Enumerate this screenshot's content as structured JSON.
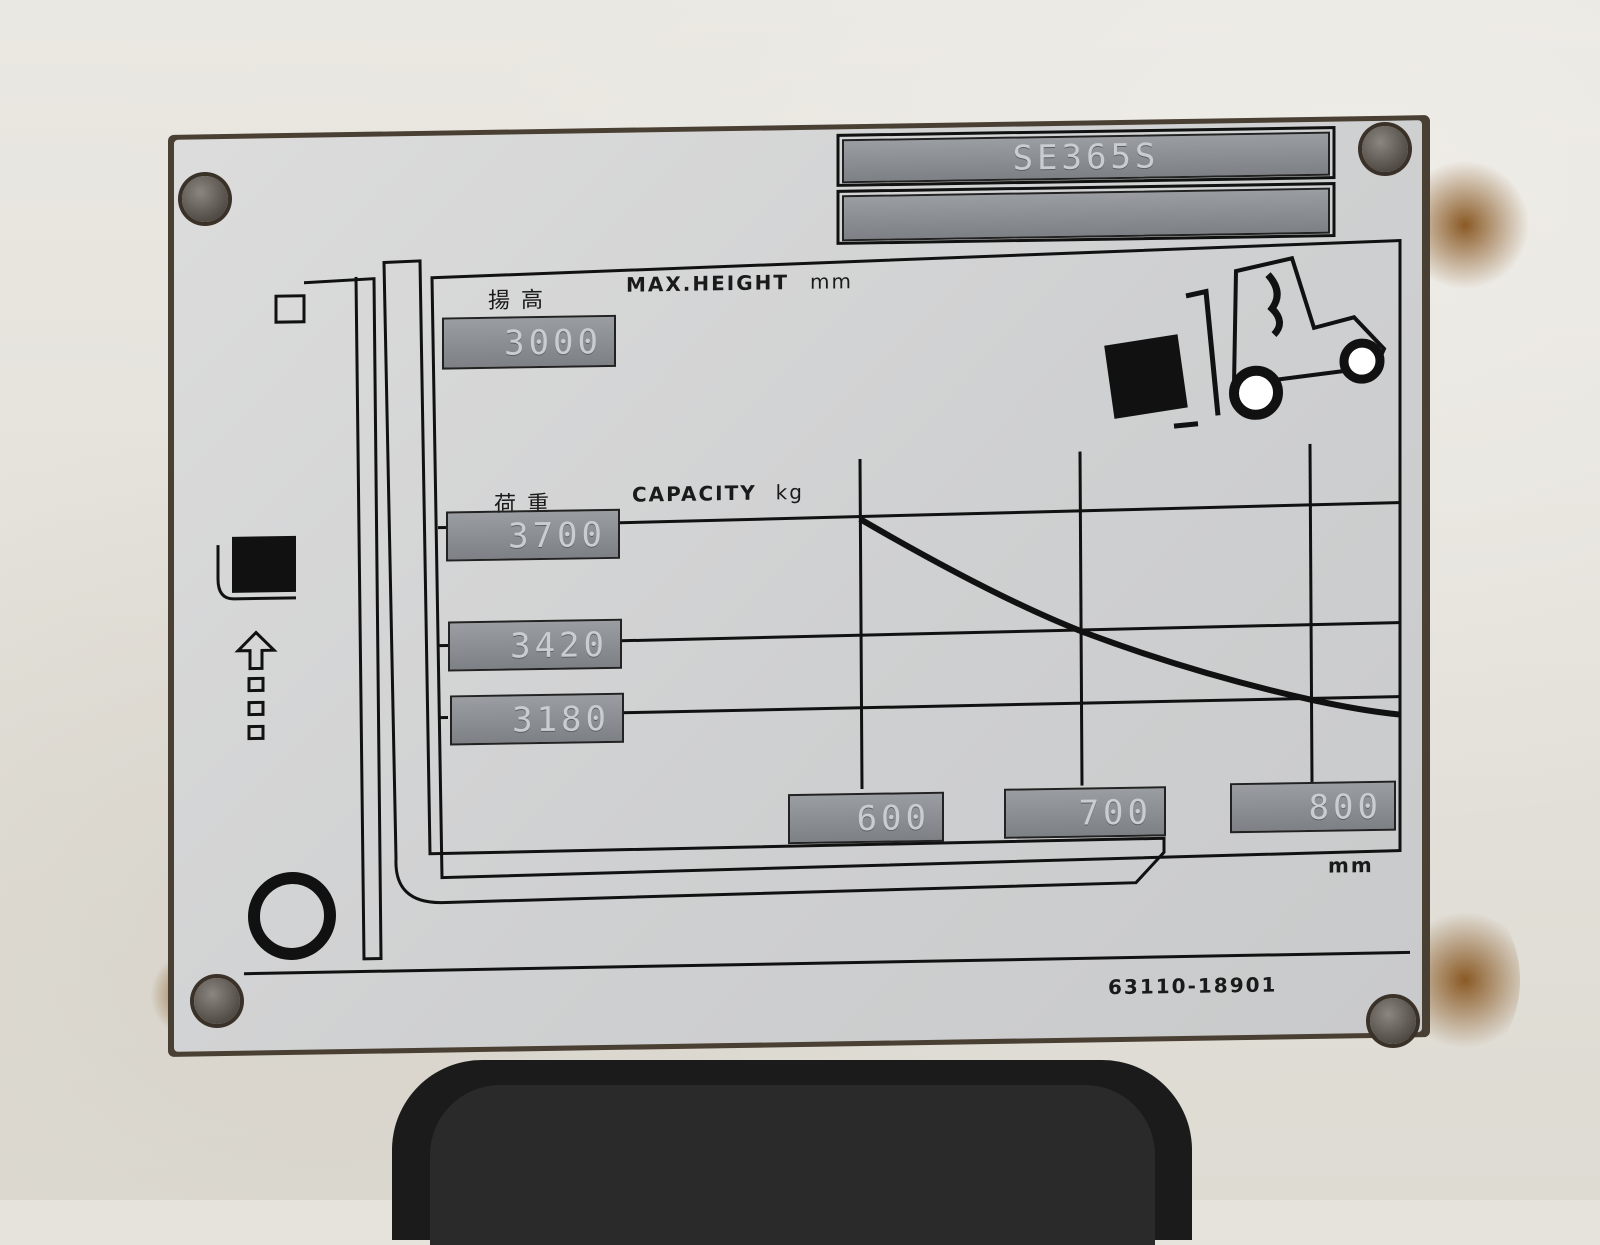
{
  "plate": {
    "model_code": "SE365S",
    "part_number": "63110-18901",
    "max_height_jp": "揚 高",
    "max_height_label": "MAX.HEIGHT",
    "max_height_unit": "mm",
    "max_height_value": "3000",
    "capacity_jp": "荷 重",
    "capacity_label": "CAPACITY",
    "capacity_unit": "kg",
    "capacities": [
      "3700",
      "3420",
      "3180"
    ],
    "load_centers": [
      "600",
      "700",
      "800"
    ],
    "load_center_unit": "mm"
  },
  "colors": {
    "plate": "#d2d3d4",
    "ink": "#111111",
    "field": "#8a8e92"
  },
  "icons": [
    "forklift-icon",
    "load-box-icon",
    "up-arrow-icon",
    "bolt-icon"
  ]
}
